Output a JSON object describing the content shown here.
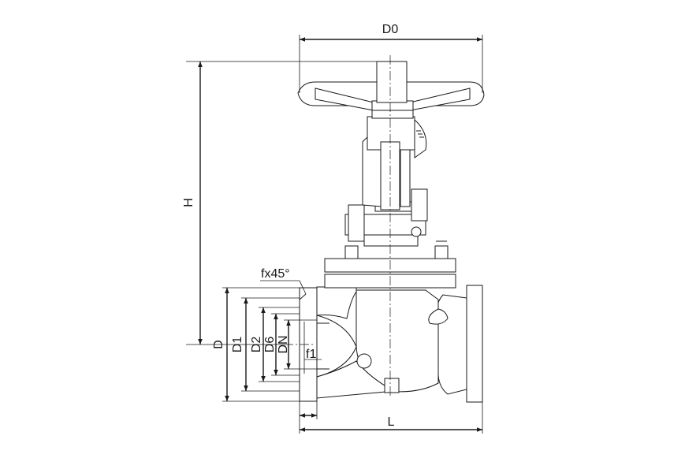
{
  "labels": {
    "d0": "D0",
    "h": "H",
    "d": "D",
    "d1": "D1",
    "d2": "D2",
    "d6": "D6",
    "dn": "DN",
    "chamfer": "fx45°",
    "f1": "f1",
    "l": "L"
  },
  "colors": {
    "line": "#1a1a1a",
    "background": "#ffffff"
  }
}
